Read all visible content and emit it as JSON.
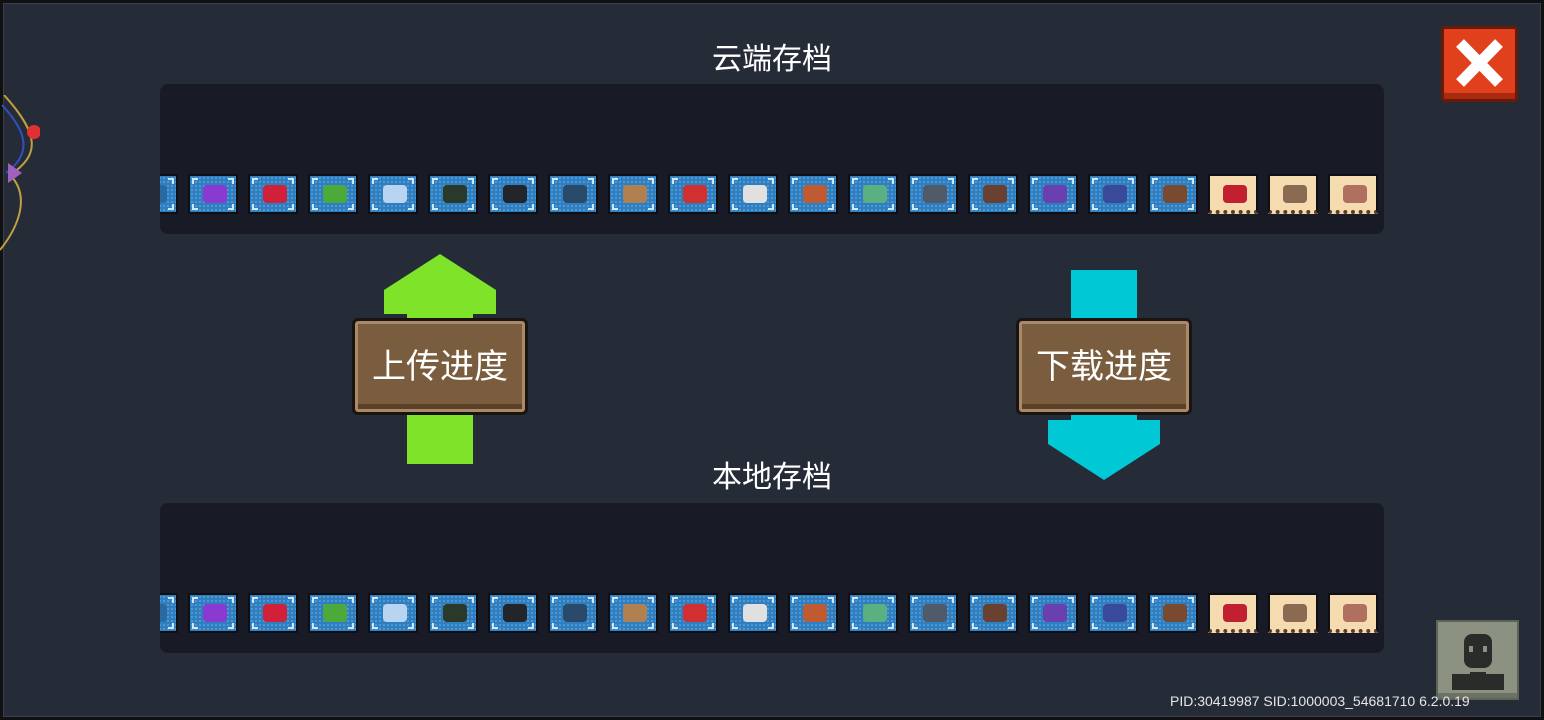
{
  "cloud": {
    "title": "云端存档"
  },
  "local": {
    "title": "本地存档"
  },
  "upload_button": {
    "label": "上传进度",
    "arrow_color": "#7fe32a"
  },
  "download_button": {
    "label": "下载进度",
    "arrow_color": "#00c8d4"
  },
  "footer": {
    "ids": "PID:30419987 SID:1000003_54681710 6.2.0.19"
  },
  "items": [
    {
      "icon": "partial-item-icon",
      "color": "#2a6aa0",
      "style": "blue"
    },
    {
      "icon": "purple-potion-icon",
      "color": "#8a3ad0",
      "style": "blue"
    },
    {
      "icon": "red-gun-icon",
      "color": "#d0203a",
      "style": "blue"
    },
    {
      "icon": "green-hat-icon",
      "color": "#4caa3a",
      "style": "blue"
    },
    {
      "icon": "shuriken-icon",
      "color": "#b8d4f0",
      "style": "blue"
    },
    {
      "icon": "battery-icon",
      "color": "#2a3a2a",
      "style": "blue"
    },
    {
      "icon": "camera-icon",
      "color": "#22252a",
      "style": "blue"
    },
    {
      "icon": "shell-gun-icon",
      "color": "#2a4a6a",
      "style": "blue"
    },
    {
      "icon": "cabinet-icon",
      "color": "#b08050",
      "style": "blue"
    },
    {
      "icon": "mushroom-head-icon",
      "color": "#d03030",
      "style": "blue"
    },
    {
      "icon": "revolver-icon",
      "color": "#e0e0e0",
      "style": "blue"
    },
    {
      "icon": "rocket-icon",
      "color": "#c05a30",
      "style": "blue"
    },
    {
      "icon": "green-dagger-icon",
      "color": "#5ab080",
      "style": "blue"
    },
    {
      "icon": "crossbow-icon",
      "color": "#505a68",
      "style": "blue"
    },
    {
      "icon": "arrow-icon",
      "color": "#6a4030",
      "style": "blue"
    },
    {
      "icon": "purple-sword-icon",
      "color": "#6a40b0",
      "style": "blue"
    },
    {
      "icon": "blue-knife-icon",
      "color": "#3a4a9a",
      "style": "blue"
    },
    {
      "icon": "staff-icon",
      "color": "#7a4a30",
      "style": "blue"
    },
    {
      "icon": "red-flower-plant-icon",
      "color": "#c02030",
      "style": "tan"
    },
    {
      "icon": "worm-plant-icon",
      "color": "#8a6a50",
      "style": "tan"
    },
    {
      "icon": "seedling-plant-icon",
      "color": "#b07060",
      "style": "tan"
    }
  ]
}
